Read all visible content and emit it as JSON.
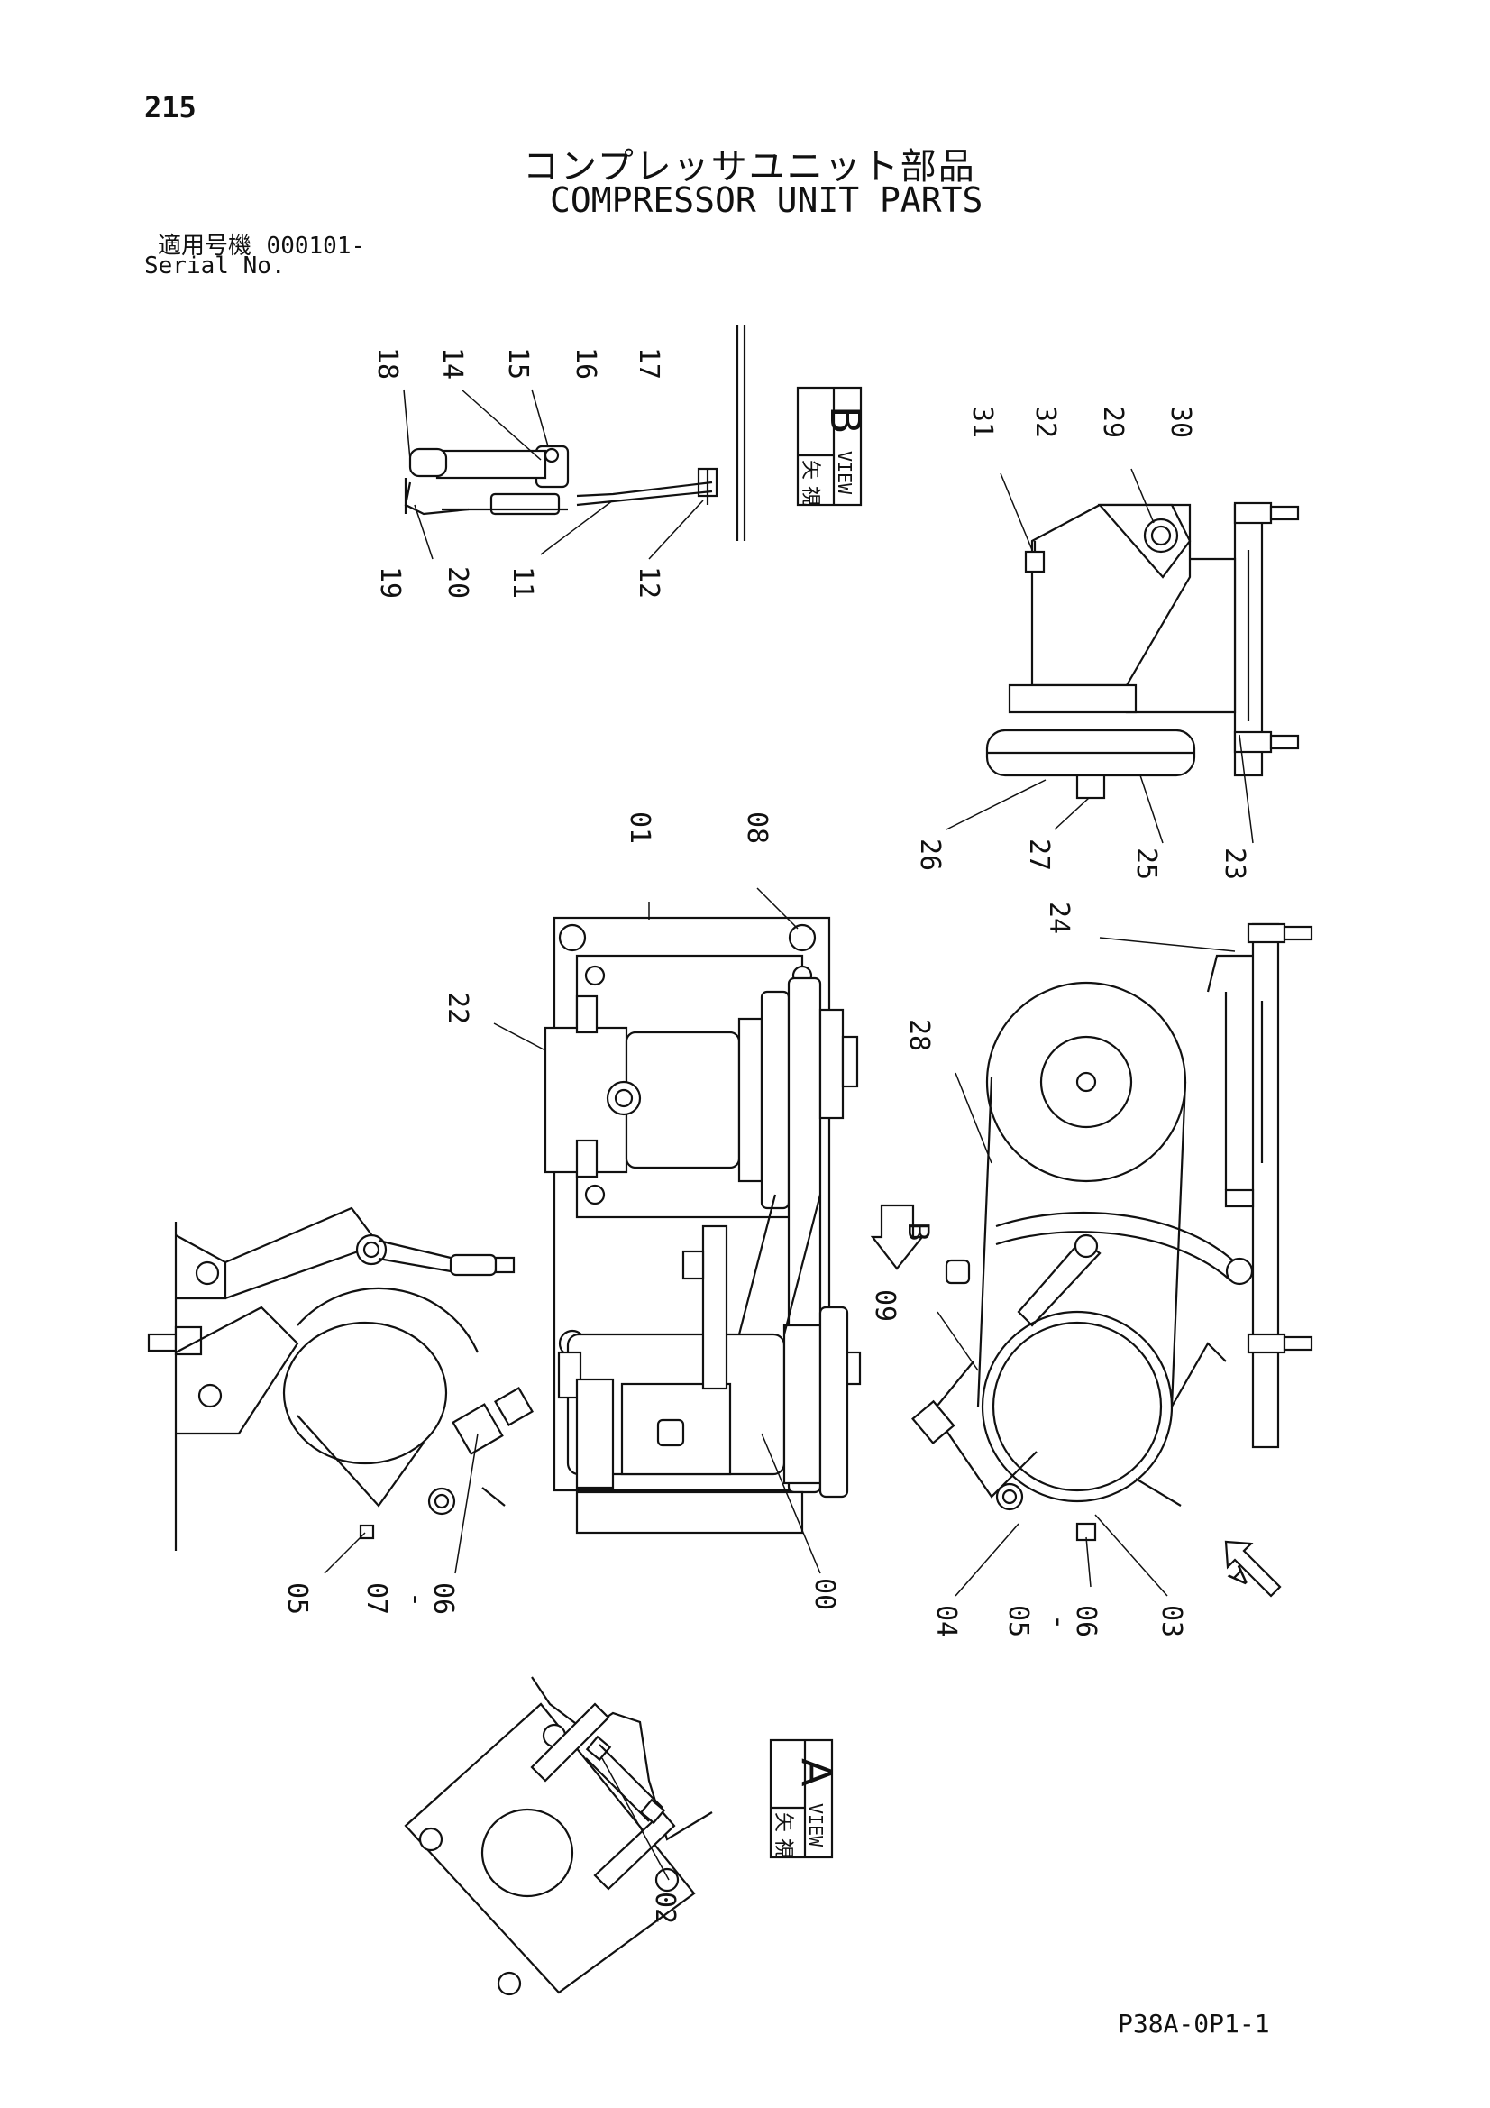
{
  "header": {
    "page_number": "215",
    "title_jp": "コンプレッサユニット部品",
    "title_en": "COMPRESSOR UNIT PARTS",
    "serial_label_jp": "適用号機",
    "serial_value": "000101-",
    "serial_label_en": "Serial No."
  },
  "footer": {
    "reference_code": "P38A-0P1-1"
  },
  "views": {
    "view_b": {
      "kanji": "矢 視",
      "letter": "B",
      "word": "VIEW"
    },
    "view_a": {
      "kanji": "矢 視",
      "letter": "A",
      "word": "VIEW"
    },
    "arrow_b": "B",
    "arrow_a": "A"
  },
  "callouts": {
    "c18": "18",
    "c14": "14",
    "c15": "15",
    "c16": "16",
    "c17": "17",
    "c19": "19",
    "c20": "20",
    "c11": "11",
    "c12": "12",
    "c31": "31",
    "c32": "32",
    "c29": "29",
    "c30": "30",
    "c26": "26",
    "c27": "27",
    "c25": "25",
    "c23": "23",
    "c01": "01",
    "c08": "08",
    "c22": "22",
    "c24": "24",
    "c28": "28",
    "c09": "09",
    "c00": "00",
    "c05a": "05",
    "c07": "07",
    "c06a": "06",
    "c04": "04",
    "c05b": "05",
    "c06b": "06",
    "c03": "03",
    "c02": "02",
    "dash": "-"
  }
}
